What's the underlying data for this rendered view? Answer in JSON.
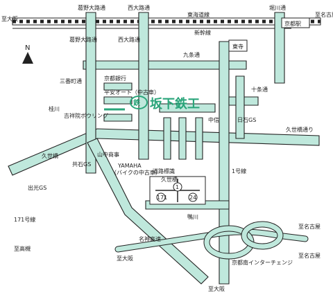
{
  "compass": "N",
  "company_name": "坂下鉄工",
  "stations": {
    "kadono_ojiji": "葛野大路通",
    "nishi_ojiji": "西大路通",
    "horikawa": "堀川通",
    "tokaido": "東海道線",
    "shinkansen": "新幹線",
    "kyoto_eki": "京都駅",
    "to_osaka": "至大阪",
    "to_nagoya_top": "至名古屋"
  },
  "streets": {
    "kujo": "九条通",
    "jujo": "十条通",
    "kuze_bashi_e": "久世橋通り",
    "kuze_bashi_w": "久世橋",
    "kuze_bashi_box": "久世橋",
    "kadono_ojiji_v": "葛野大路通",
    "nishi_ojiji_v": "西大路通",
    "sanban_kosha": "三番町通",
    "katsura_gawa": "桂川",
    "kamo_gawa": "鴨川",
    "route1": "1号線",
    "route171": "171号線",
    "meishin": "名神高速",
    "kyoto_minami_ic": "京都南インターチェンジ",
    "to_nagoya_mid": "至名古屋",
    "to_nagoya_low": "至名古屋",
    "to_osaka_mid": "至大阪",
    "to_osaka_bottom": "至大阪",
    "to_takatsuki": "至高槻",
    "route_marker_1": "1",
    "route_marker_171": "171",
    "route_marker_24": "24"
  },
  "landmarks": {
    "toji": "東寺",
    "kyoto_ginko": "京都銀行",
    "heian_auto": "平安オート（中古車）",
    "yamanaka": "山中商事",
    "yamaha": "YAMAHA",
    "yamaha_sub": "（バイクの中古車）",
    "doro_hyoshiki": "道路標識",
    "nisseki_gs": "日石GS",
    "chugin": "中信",
    "kichisho_bowling": "吉祥院ボウリング",
    "kyoei_gs": "共石GS",
    "idemitsu_gs": "出光GS"
  },
  "colors": {
    "road_fill": "#bfe8dc",
    "outline": "#222222",
    "company_green": "#2aa57a"
  }
}
